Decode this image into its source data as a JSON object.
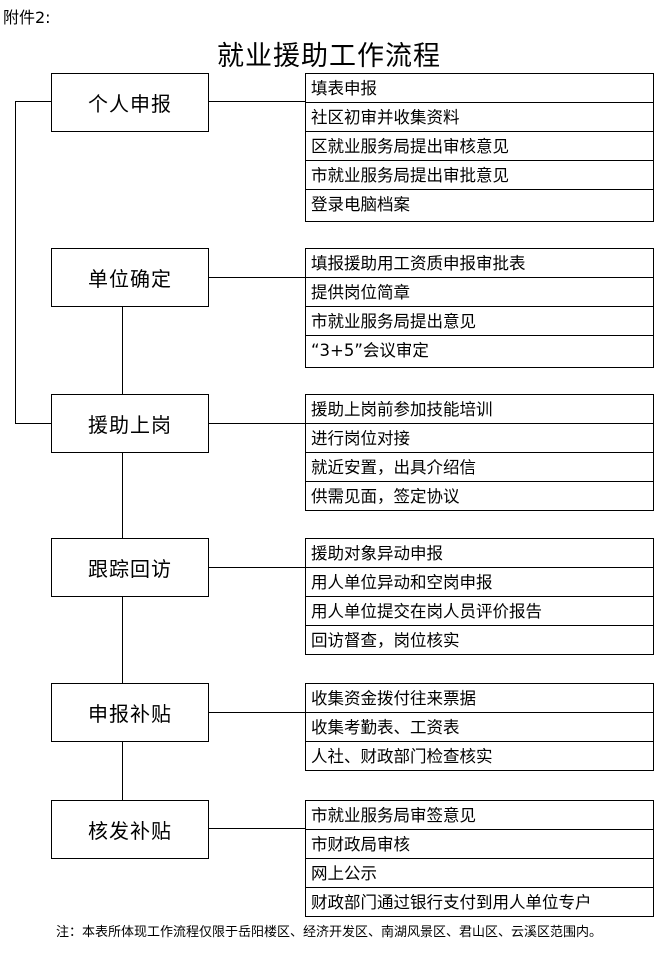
{
  "attachment_label": "附件2:",
  "title": "就业援助工作流程",
  "stages": [
    {
      "label": "个人申报",
      "steps": [
        "填表申报",
        "社区初审并收集资料",
        "区就业服务局提出审核意见",
        "市就业服务局提出审批意见",
        "登录电脑档案"
      ]
    },
    {
      "label": "单位确定",
      "steps": [
        "填报援助用工资质申报审批表",
        "提供岗位简章",
        "市就业服务局提出意见",
        "“3+5”会议审定"
      ]
    },
    {
      "label": "援助上岗",
      "steps": [
        "援助上岗前参加技能培训",
        "进行岗位对接",
        "就近安置，出具介绍信",
        "供需见面，签定协议"
      ]
    },
    {
      "label": "跟踪回访",
      "steps": [
        "援助对象异动申报",
        "用人单位异动和空岗申报",
        "用人单位提交在岗人员评价报告",
        "回访督查，岗位核实"
      ]
    },
    {
      "label": "申报补贴",
      "steps": [
        "收集资金拨付往来票据",
        "收集考勤表、工资表",
        "人社、财政部门检查核实"
      ]
    },
    {
      "label": "核发补贴",
      "steps": [
        "市就业服务局审签意见",
        "市财政局审核",
        "网上公示",
        "财政部门通过银行支付到用人单位专户"
      ]
    }
  ],
  "note": "注：本表所体现工作流程仅限于岳阳楼区、经济开发区、南湖风景区、君山区、云溪区范围内。"
}
